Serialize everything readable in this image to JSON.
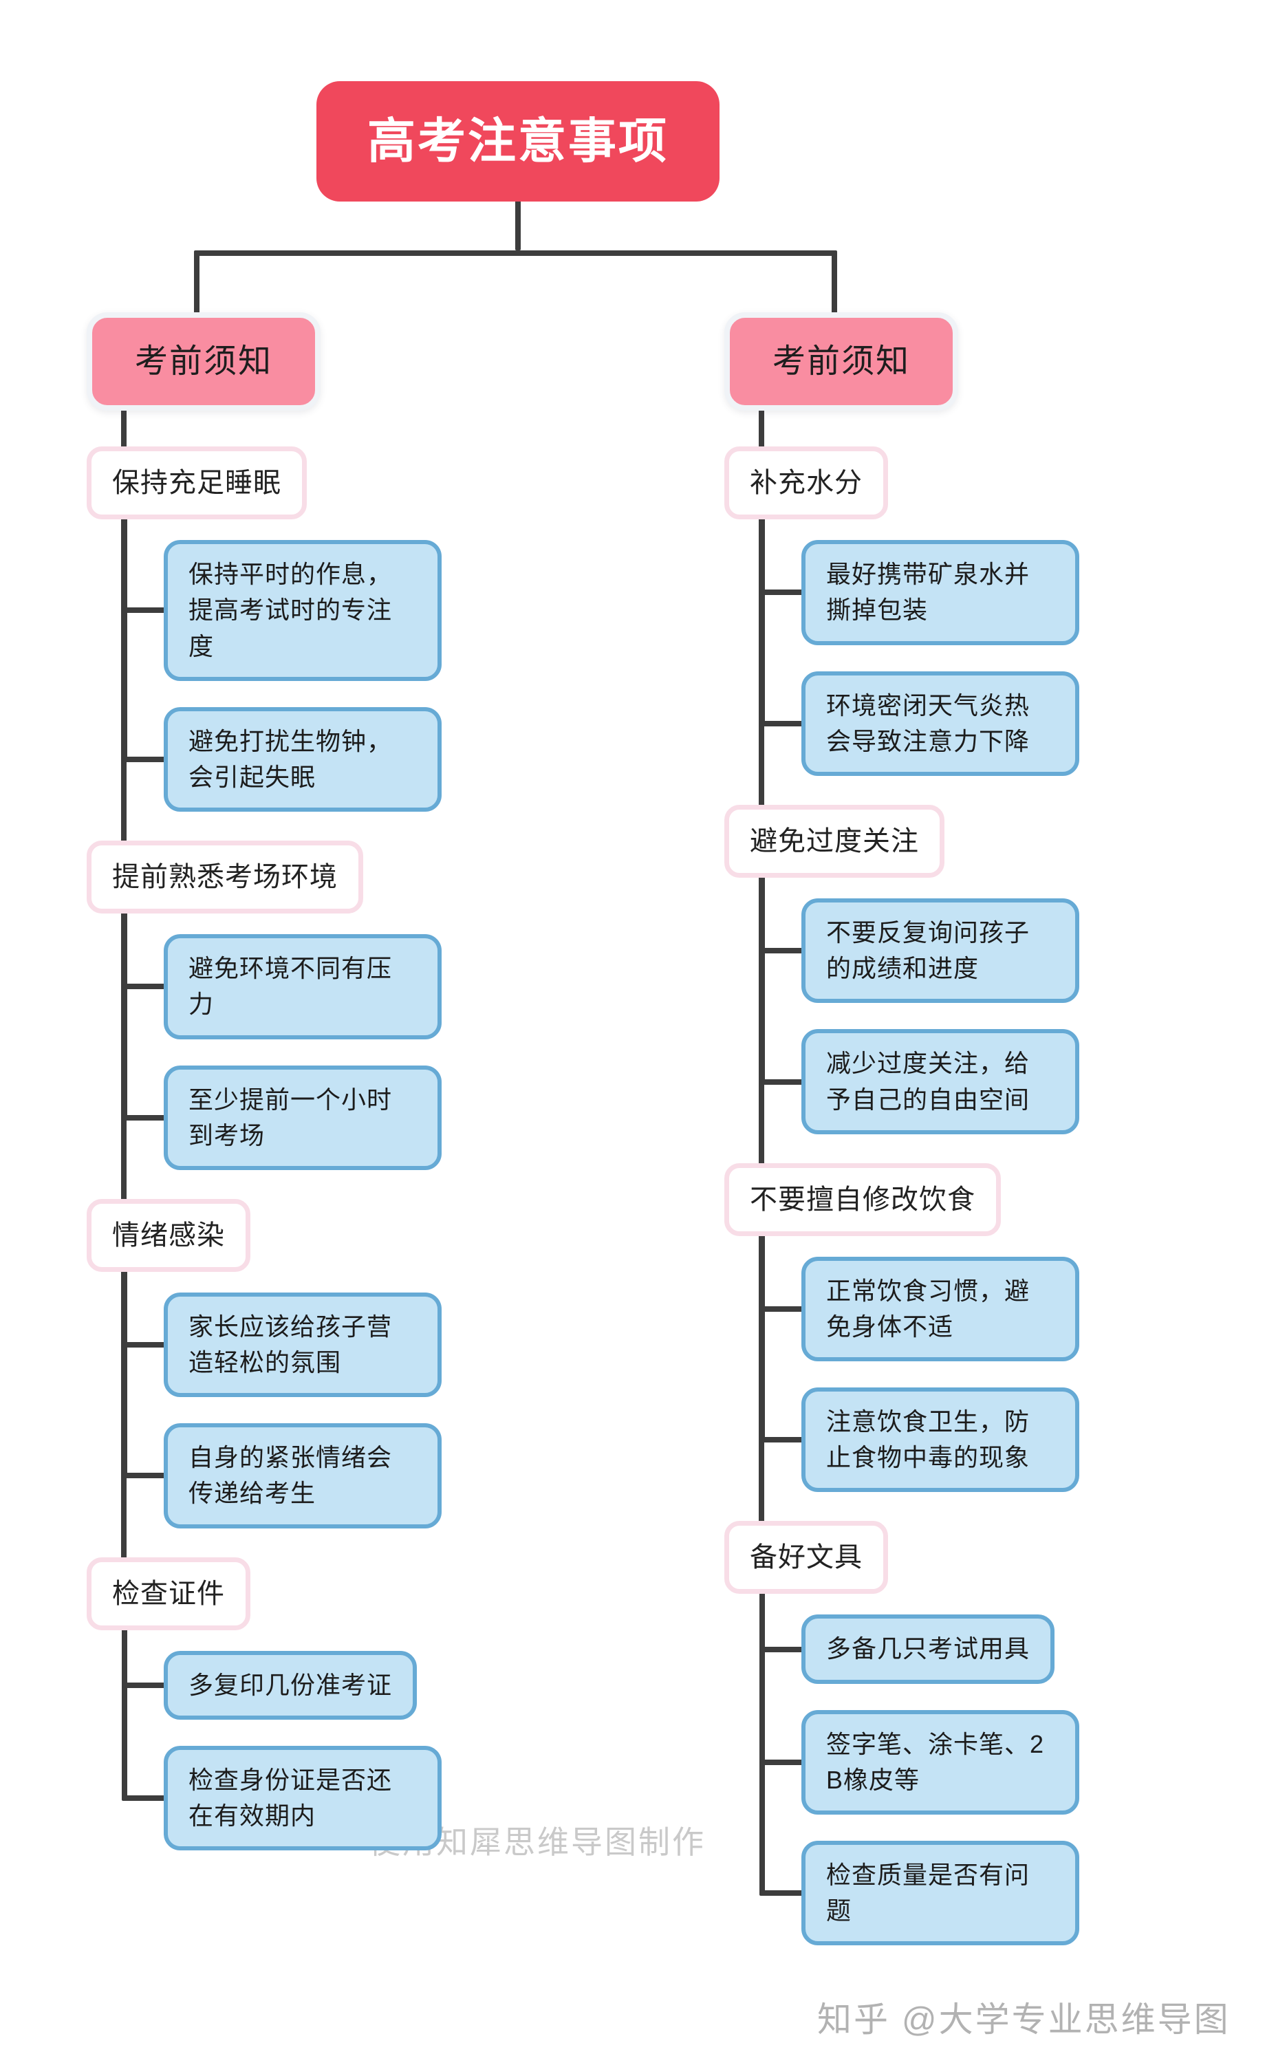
{
  "root": {
    "label": "高考注意事项"
  },
  "branches": [
    {
      "label": "考前须知",
      "topics": [
        {
          "label": "保持充足睡眠",
          "children": [
            "保持平时的作息，提高考试时的专注度",
            "避免打扰生物钟，会引起失眠"
          ]
        },
        {
          "label": "提前熟悉考场环境",
          "children": [
            "避免环境不同有压力",
            "至少提前一个小时到考场"
          ]
        },
        {
          "label": "情绪感染",
          "children": [
            "家长应该给孩子营造轻松的氛围",
            "自身的紧张情绪会传递给考生"
          ]
        },
        {
          "label": "检查证件",
          "children": [
            "多复印几份准考证",
            "检查身份证是否还在有效期内"
          ]
        }
      ]
    },
    {
      "label": "考前须知",
      "topics": [
        {
          "label": "补充水分",
          "children": [
            "最好携带矿泉水并撕掉包装",
            "环境密闭天气炎热会导致注意力下降"
          ]
        },
        {
          "label": "避免过度关注",
          "children": [
            "不要反复询问孩子的成绩和进度",
            "减少过度关注，给予自己的自由空间"
          ]
        },
        {
          "label": "不要擅自修改饮食",
          "children": [
            "正常饮食习惯，避免身体不适",
            "注意饮食卫生，防止食物中毒的现象"
          ]
        },
        {
          "label": "备好文具",
          "children": [
            "多备几只考试用具",
            "签字笔、涂卡笔、2B橡皮等",
            "检查质量是否有问题"
          ]
        }
      ]
    }
  ],
  "footer": {
    "credit": "使用知犀思维导图制作",
    "watermark": "知乎 @大学专业思维导图"
  },
  "colors": {
    "root_bg": "#f0485c",
    "branch_bg": "#f98da1",
    "subtopic_border": "#f8dde7",
    "child_bg": "#c4e3f5",
    "child_border": "#66aad5",
    "connector": "#3d3d3d",
    "credit_text": "#c9c9c9",
    "watermark_text": "#b2b2b2"
  }
}
